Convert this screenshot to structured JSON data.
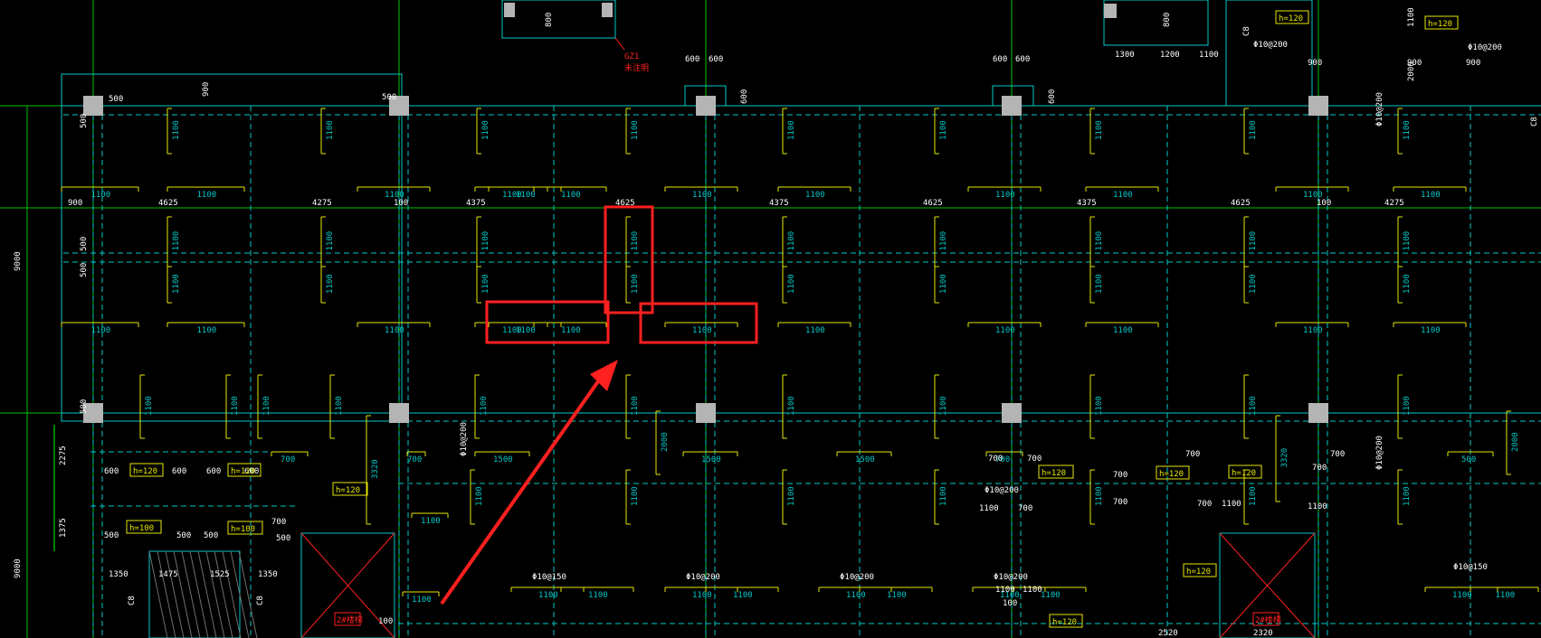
{
  "colors": {
    "background": "#000000",
    "grid_green": "#00c000",
    "beam_cyan": "#00c8c8",
    "rebar_yellow": "#e6e600",
    "dim_green": "#00ff00",
    "column_gray": "#b4b4b4",
    "mark_red": "#ff2020"
  },
  "vertical_grids": [
    "900",
    "4625",
    "4275",
    "100",
    "4375",
    "4625",
    "4375",
    "4625",
    "4375",
    "4625",
    "100",
    "4275"
  ],
  "left_dims": {
    "top_span": "9000",
    "bottom_span": "9000",
    "upper": "2275",
    "lower": "1375"
  },
  "bar_labels": {
    "b1100": "1100",
    "b1500": "1500",
    "b500": "500",
    "b600": "600",
    "b700": "700",
    "b900": "900",
    "b1200": "1200",
    "b1300": "1300",
    "b2000": "2000",
    "b3320": "3320",
    "b2275": "2275",
    "b1475": "1475",
    "b1525": "1525",
    "b1350": "1350",
    "b1350b": "1350",
    "b800": "800",
    "b2520": "2520",
    "b2320": "2320",
    "b100": "100"
  },
  "thickness_tags": {
    "h120": "h=120",
    "h100": "h=100"
  },
  "rebar_specs": {
    "s200": "Φ10@200",
    "s150": "Φ10@150"
  },
  "column_tag": "GZ1",
  "column_note": "未注明",
  "beam_tag": "C8",
  "hatch_tag": "2#楼梯"
}
